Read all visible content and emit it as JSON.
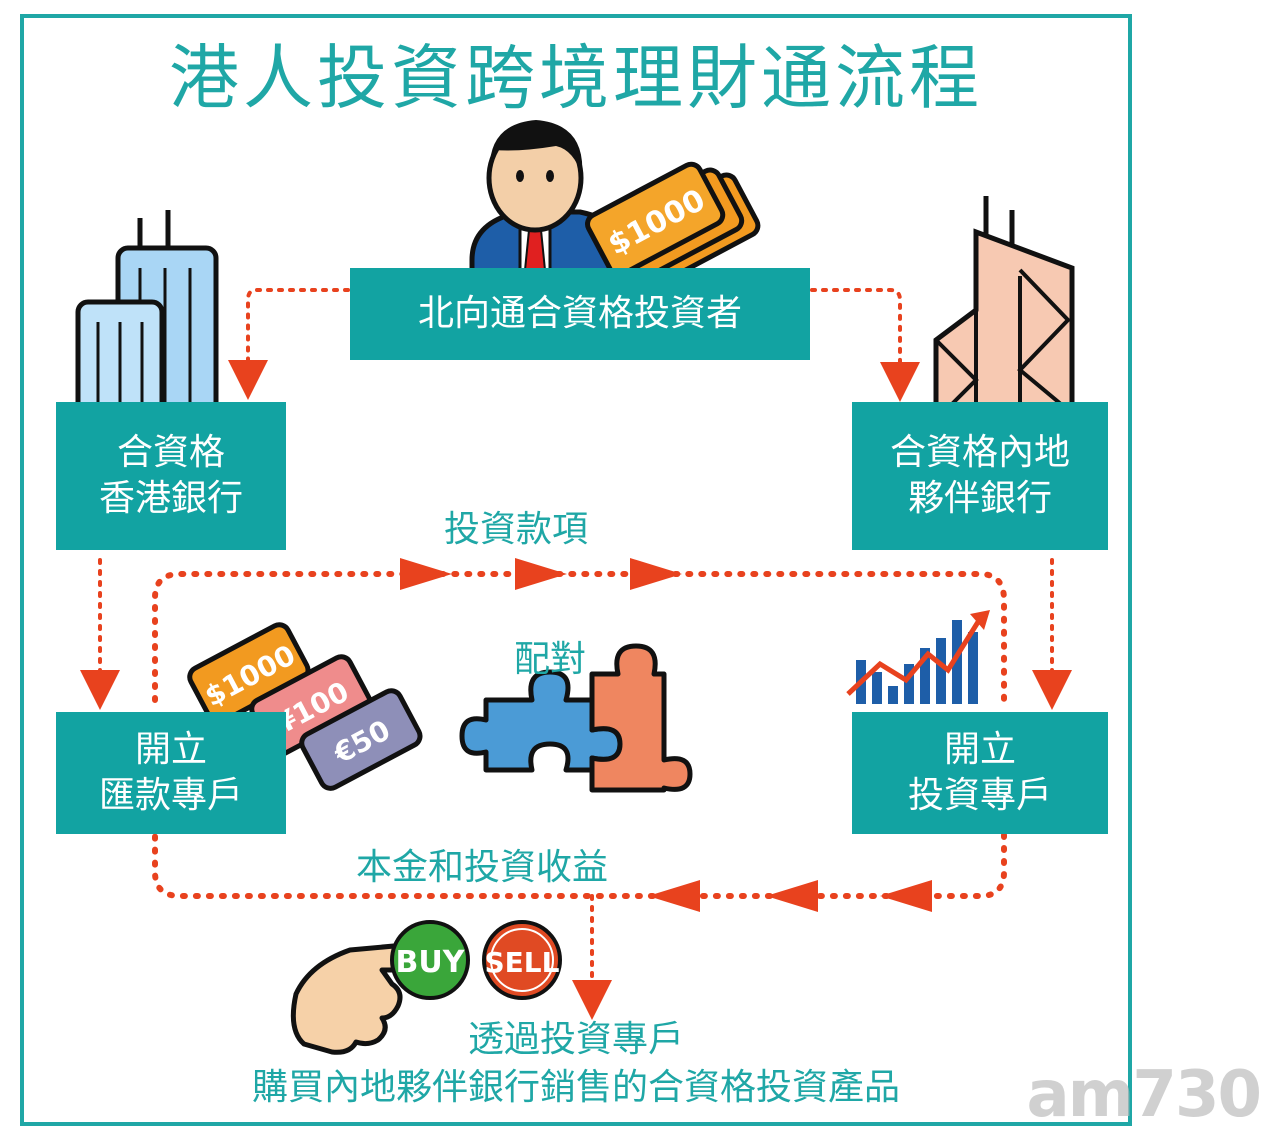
{
  "title": "港人投資跨境理財通流程",
  "investor": {
    "label": "北向通合資格投資者",
    "cash_text": "$1000"
  },
  "hk_bank": {
    "line1": "合資格",
    "line2": "香港銀行"
  },
  "mainland_bank": {
    "line1": "合資格內地",
    "line2": "夥伴銀行"
  },
  "remit_account": {
    "line1": "開立",
    "line2": "匯款專戶"
  },
  "invest_account": {
    "line1": "開立",
    "line2": "投資專戶"
  },
  "flow_labels": {
    "investment_funds": "投資款項",
    "matching": "配對",
    "principal_return": "本金和投資收益"
  },
  "notes": {
    "line1": "透過投資專戶",
    "line2": "購買內地夥伴銀行銷售的合資格投資產品"
  },
  "currency_notes": [
    "$1000",
    "¥100",
    "€50"
  ],
  "trade_buttons": {
    "buy": "BUY",
    "sell": "SELL"
  },
  "watermark": "am730",
  "colors": {
    "teal": "#12a3a2",
    "arrow_red": "#e8421e",
    "buy_green": "#3aa63a",
    "sell_red": "#e04a23"
  }
}
